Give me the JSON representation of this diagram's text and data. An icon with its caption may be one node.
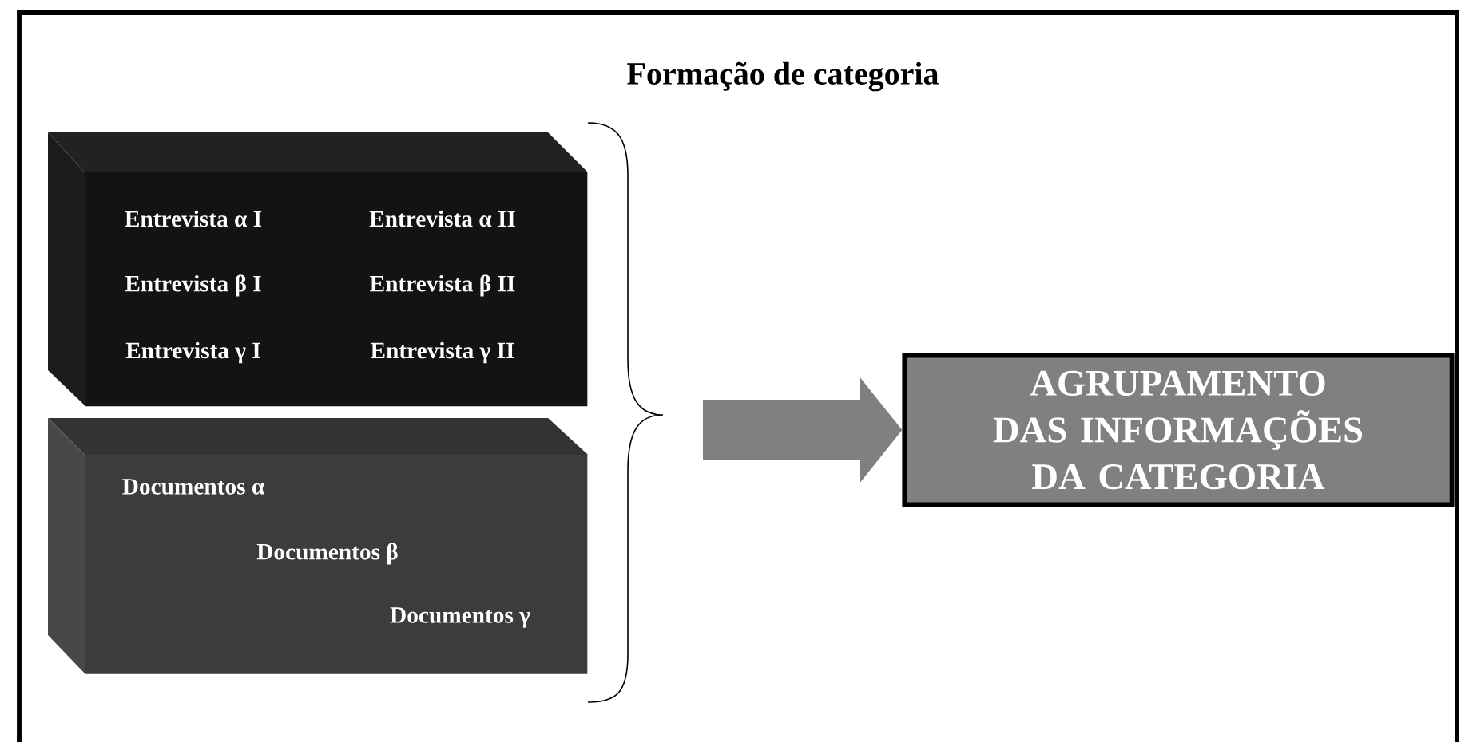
{
  "diagram": {
    "title": "Formação de categoria",
    "nodes": [
      {
        "text": [
          "Entrevista α I",
          "Entrevista α II",
          "Entrevista β I",
          "Entrevista β II",
          "Entrevista γ I",
          "Entrevista γ II"
        ]
      },
      {
        "text": [
          "Documentos α",
          "Documentos β",
          "Documentos γ"
        ]
      },
      {
        "text": [
          "AGRUPAMENTO DAS INFORMAÇÕES DA CATEGORIA"
        ]
      }
    ],
    "edges": [
      {
        "from": null,
        "to": 2,
        "arrow": "to"
      }
    ]
  }
}
